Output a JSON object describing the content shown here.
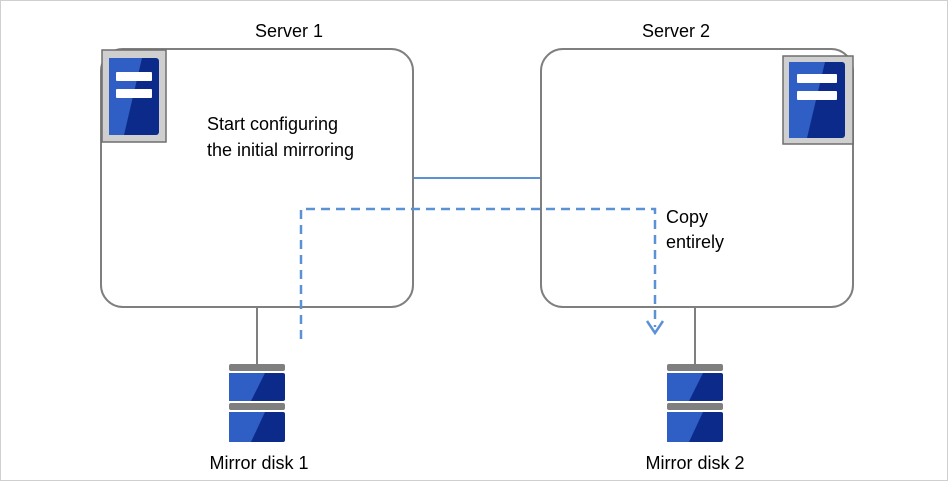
{
  "servers": [
    {
      "label": "Server 1",
      "icon": "server-icon"
    },
    {
      "label": "Server 2",
      "icon": "server-icon"
    }
  ],
  "disks": [
    {
      "label": "Mirror disk 1",
      "icon": "disk-icon"
    },
    {
      "label": "Mirror disk 2",
      "icon": "disk-icon"
    }
  ],
  "notes": {
    "start_line1": "Start configuring",
    "start_line2": "the initial mirroring",
    "copy_line1": "Copy",
    "copy_line2": "entirely"
  },
  "colors": {
    "server_blue": "#2f5fc4",
    "server_dark": "#0b2a8a",
    "icon_frame": "#cfcfcf",
    "connector": "#5b92d6",
    "dashed": "#5b92d6",
    "box_border": "#7f7f7f",
    "disk_cap": "#7f7f7f"
  }
}
